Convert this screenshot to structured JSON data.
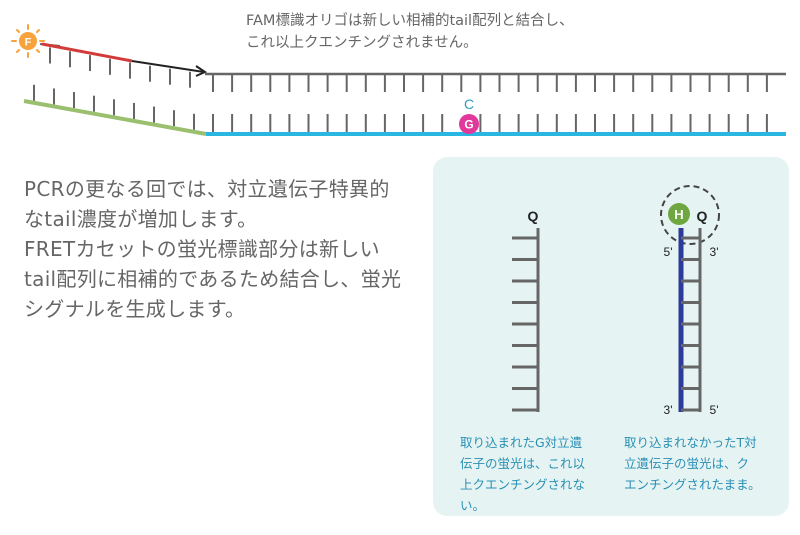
{
  "top_caption": "FAM標識オリゴは新しい相補的tail配列と結合し、\nこれ以上クエンチングされません。",
  "main_text": "PCRの更なる回では、対立遺伝子特異的\nなtail濃度が増加します。\nFRETカセットの蛍光標識部分は新しい\ntail配列に相補的であるため結合し、蛍光\nシグナルを生成します。",
  "labels": {
    "fam": "F",
    "upper_base": "C",
    "lower_base": "G",
    "quencher_left": "Q",
    "quencher_right": "Q",
    "hex": "H",
    "five_prime_top": "5'",
    "three_prime_top": "3'",
    "three_prime_bottom": "3'",
    "five_prime_bottom": "5'"
  },
  "panel": {
    "left_caption": "取り込まれたG対立遺\n伝子の蛍光は、これ以\n上クエンチングされな\nい。",
    "right_caption": "取り込まれなかったT対\n立遺伝子の蛍光は、ク\nエンチングされたまま。"
  },
  "colors": {
    "fam": "#f7a23a",
    "hex": "#6ea63f",
    "guanine": "#e0389b",
    "cytosine": "#2a9fb8",
    "top_strand_red": "#d33a3a",
    "bottom_strand_green": "#9ac06f",
    "bottom_strand_blue": "#29b6e0",
    "duplex_blue": "#2d3a9a",
    "strand_gray": "#666666"
  },
  "icons": {
    "fam_marker": "sun-icon",
    "extension_arrow": "arrow-right-icon",
    "quench_halo": "dashed-circle-icon"
  }
}
